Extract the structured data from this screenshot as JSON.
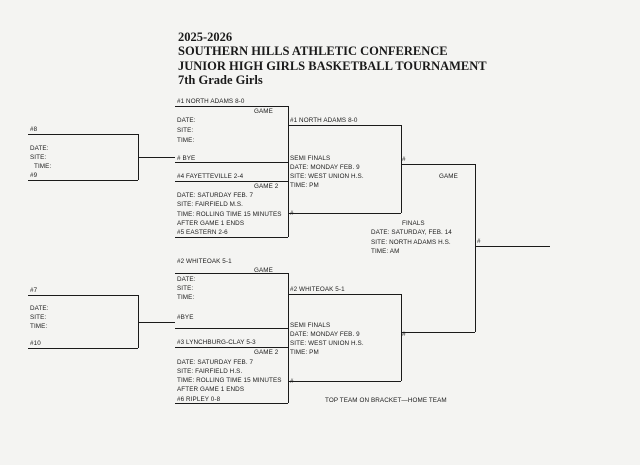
{
  "header": {
    "season": "2025-2026",
    "conference": "SOUTHERN HILLS ATHLETIC CONFERENCE",
    "tournament": "JUNIOR HIGH GIRLS BASKETBALL TOURNAMENT",
    "division": "7th  Grade Girls"
  },
  "top_half": {
    "seed1": "#1  NORTH ADAMS    8-0",
    "game_label": "GAME",
    "date": "DATE:",
    "site": "SITE:",
    "time": "TIME:",
    "bye": "# BYE",
    "seed4": "#4  FAYETTEVILLE      2-4",
    "game2_label": "GAME 2",
    "game2_date": "DATE: SATURDAY FEB. 7",
    "game2_site": "SITE: FAIRFIELD  M.S.",
    "game2_time": "TIME: ROLLING TIME 15 MINUTES",
    "game2_after": "AFTER GAME 1  ENDS",
    "seed5": "#5 EASTERN        2-6",
    "side_slot8": "#8",
    "side_date": "DATE:",
    "side_site": "SITE:",
    "side_time": "TIME:",
    "side_slot9": "#9",
    "semi_team": "#1  NORTH ADAMS      8-0",
    "semi_label": "SEMI  FINALS",
    "semi_date": "DATE: MONDAY FEB. 9",
    "semi_site": "SITE: WEST UNION H.S.",
    "semi_time": "TIME:  PM",
    "semi_hash_top": "#",
    "semi_hash_bottom": "#",
    "game_right": "GAME"
  },
  "finals": {
    "label": "FINALS",
    "date": "DATE: SATURDAY, FEB. 14",
    "site": "SITE:  NORTH ADAMS H.S.",
    "time": "TIME:  AM",
    "champ_hash": "#"
  },
  "bottom_half": {
    "seed2": "#2   WHITEOAK       5-1",
    "game_label": "GAME",
    "date": "DATE:",
    "site": "SITE:",
    "time": "TIME:",
    "bye": "#BYE",
    "seed3": "#3   LYNCHBURG-CLAY     5-3",
    "game2_label": "GAME 2",
    "game2_date": "DATE: SATURDAY FEB. 7",
    "game2_site": "SITE: FAIRFIELD H.S.",
    "game2_time": "TIME: ROLLING TIME 15 MINUTES",
    "game2_after": "AFTER GAME 1  ENDS",
    "seed6": "#6 RIPLEY        0-8",
    "side_slot7": "#7",
    "side_date": "DATE:",
    "side_site": "SITE:",
    "side_time": "TIME:",
    "side_slot10": "#10",
    "semi_team": "#2  WHITEOAK              5-1",
    "semi_label": "SEMI FINALS",
    "semi_date": "DATE: MONDAY FEB. 9",
    "semi_site": "SITE: WEST UNION H.S.",
    "semi_time": "TIME: PM",
    "semi_hash_top": "#",
    "semi_hash_bottom": "#"
  },
  "footer": {
    "note": "TOP TEAM ON BRACKET—HOME TEAM"
  }
}
